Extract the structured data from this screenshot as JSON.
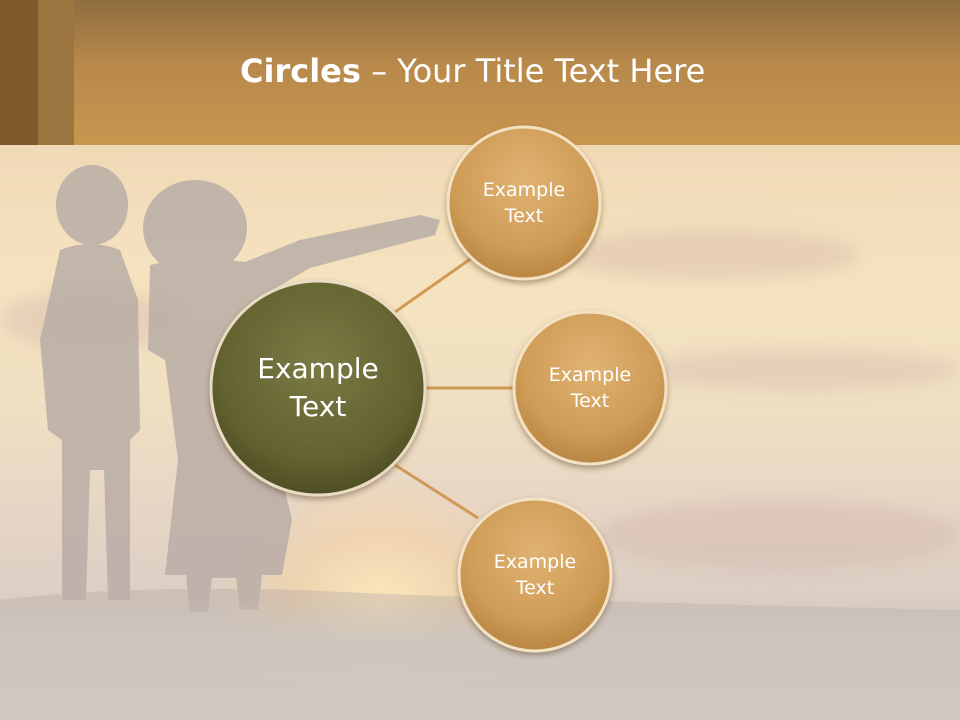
{
  "title": {
    "bold": "Circles",
    "dash": " – ",
    "rest": "Your Title Text Here"
  },
  "colors": {
    "header": "#c9964f",
    "center_circle": "#6b6a3a",
    "outer_circle": "#d4a464",
    "connector": "#d09a55"
  },
  "diagram": {
    "center": {
      "line1": "Example",
      "line2": "Text"
    },
    "nodes": [
      {
        "line1": "Example",
        "line2": "Text"
      },
      {
        "line1": "Example",
        "line2": "Text"
      },
      {
        "line1": "Example",
        "line2": "Text"
      }
    ]
  }
}
